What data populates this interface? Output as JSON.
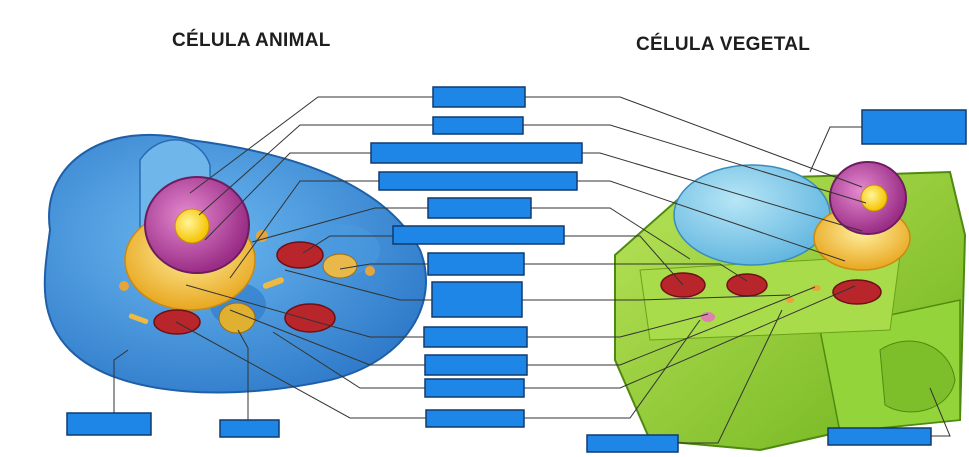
{
  "titles": {
    "animal": "CÉLULA ANIMAL",
    "plant": "CÉLULA VEGETAL"
  },
  "colors": {
    "label_box_fill": "#1e86e6",
    "label_box_stroke": "#103a6e",
    "leader_line": "#333333",
    "animal_cytoplasm": "#3b8fdb",
    "plant_wall": "#8ccf2a",
    "nucleus": "#b43d9d",
    "mitochondria": "#b8262c",
    "golgi": "#f2c73a"
  },
  "label_boxes": [
    {
      "id": "c1",
      "text": ""
    },
    {
      "id": "c2",
      "text": ""
    },
    {
      "id": "c3",
      "text": ""
    },
    {
      "id": "c4",
      "text": ""
    },
    {
      "id": "c5",
      "text": ""
    },
    {
      "id": "c6",
      "text": ""
    },
    {
      "id": "c7",
      "text": ""
    },
    {
      "id": "c8",
      "text": ""
    },
    {
      "id": "c9",
      "text": ""
    },
    {
      "id": "c10",
      "text": ""
    },
    {
      "id": "c11",
      "text": ""
    },
    {
      "id": "c12",
      "text": ""
    },
    {
      "id": "c13",
      "text": ""
    },
    {
      "id": "animal-bottom-left",
      "text": ""
    },
    {
      "id": "animal-bottom-mid",
      "text": ""
    },
    {
      "id": "plant-top-right",
      "text": ""
    },
    {
      "id": "plant-bottom-mid",
      "text": ""
    },
    {
      "id": "plant-bottom-right",
      "text": ""
    }
  ]
}
